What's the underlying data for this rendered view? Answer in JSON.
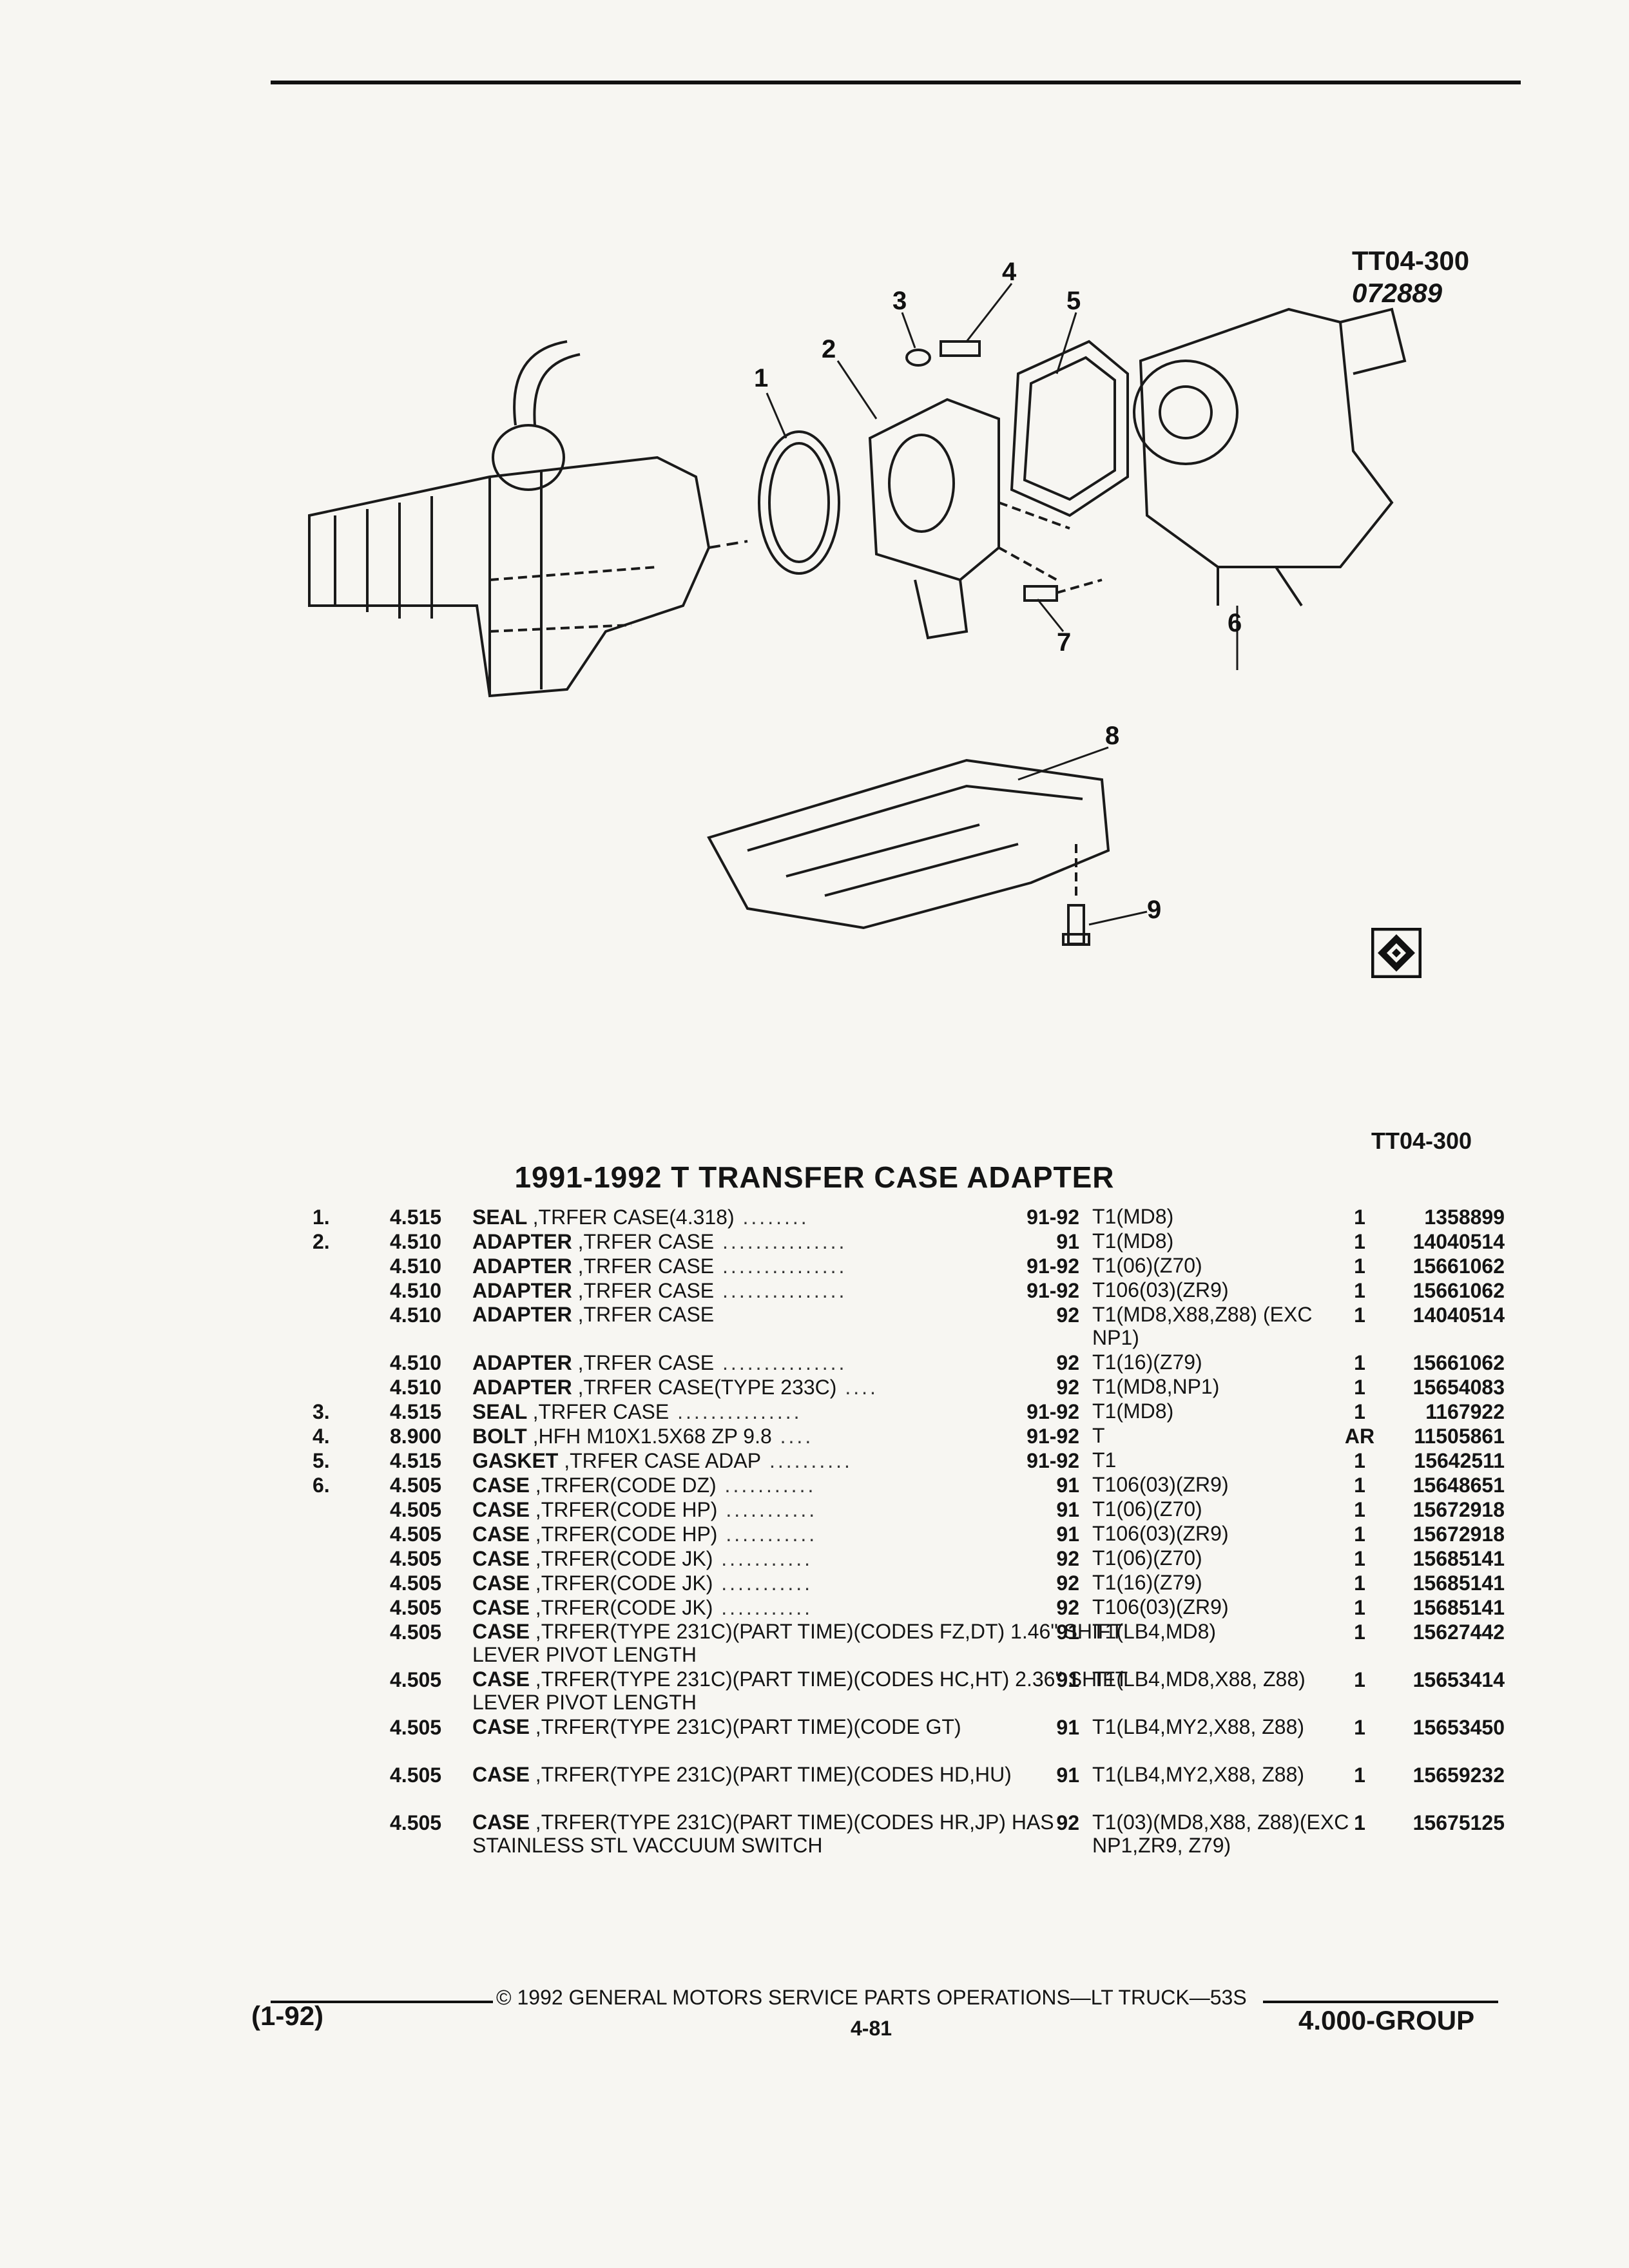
{
  "figure": {
    "id": "TT04-300",
    "date_code": "072889"
  },
  "callouts": [
    "1",
    "2",
    "3",
    "4",
    "5",
    "6",
    "7",
    "8",
    "9"
  ],
  "ref_code": "TT04-300",
  "title": "1991-1992 T TRANSFER CASE ADAPTER",
  "parts": [
    {
      "item": "1.",
      "group": "4.515",
      "name": "SEAL",
      "desc": ",TRFER CASE(4.318)",
      "years": "91-92",
      "app": "T1(MD8)",
      "qty": "1",
      "pn": "1358899"
    },
    {
      "item": "2.",
      "group": "4.510",
      "name": "ADAPTER",
      "desc": ",TRFER CASE",
      "years": "91",
      "app": "T1(MD8)",
      "qty": "1",
      "pn": "14040514"
    },
    {
      "item": "",
      "group": "4.510",
      "name": "ADAPTER",
      "desc": ",TRFER CASE",
      "years": "91-92",
      "app": "T1(06)(Z70)",
      "qty": "1",
      "pn": "15661062"
    },
    {
      "item": "",
      "group": "4.510",
      "name": "ADAPTER",
      "desc": ",TRFER CASE",
      "years": "91-92",
      "app": "T106(03)(ZR9)",
      "qty": "1",
      "pn": "15661062"
    },
    {
      "item": "",
      "group": "4.510",
      "name": "ADAPTER",
      "desc": ",TRFER CASE",
      "years": "92",
      "app": "T1(MD8,X88,Z88) (EXC NP1)",
      "qty": "1",
      "pn": "14040514"
    },
    {
      "item": "",
      "group": "4.510",
      "name": "ADAPTER",
      "desc": ",TRFER CASE",
      "years": "92",
      "app": "T1(16)(Z79)",
      "qty": "1",
      "pn": "15661062"
    },
    {
      "item": "",
      "group": "4.510",
      "name": "ADAPTER",
      "desc": ",TRFER CASE(TYPE 233C)",
      "years": "92",
      "app": "T1(MD8,NP1)",
      "qty": "1",
      "pn": "15654083"
    },
    {
      "item": "3.",
      "group": "4.515",
      "name": "SEAL",
      "desc": ",TRFER CASE",
      "years": "91-92",
      "app": "T1(MD8)",
      "qty": "1",
      "pn": "1167922"
    },
    {
      "item": "4.",
      "group": "8.900",
      "name": "BOLT",
      "desc": ",HFH M10X1.5X68 ZP 9.8",
      "years": "91-92",
      "app": "T",
      "qty": "AR",
      "pn": "11505861"
    },
    {
      "item": "5.",
      "group": "4.515",
      "name": "GASKET",
      "desc": ",TRFER CASE ADAP",
      "years": "91-92",
      "app": "T1",
      "qty": "1",
      "pn": "15642511"
    },
    {
      "item": "6.",
      "group": "4.505",
      "name": "CASE",
      "desc": ",TRFER(CODE DZ)",
      "years": "91",
      "app": "T106(03)(ZR9)",
      "qty": "1",
      "pn": "15648651"
    },
    {
      "item": "",
      "group": "4.505",
      "name": "CASE",
      "desc": ",TRFER(CODE HP)",
      "years": "91",
      "app": "T1(06)(Z70)",
      "qty": "1",
      "pn": "15672918"
    },
    {
      "item": "",
      "group": "4.505",
      "name": "CASE",
      "desc": ",TRFER(CODE HP)",
      "years": "91",
      "app": "T106(03)(ZR9)",
      "qty": "1",
      "pn": "15672918"
    },
    {
      "item": "",
      "group": "4.505",
      "name": "CASE",
      "desc": ",TRFER(CODE JK)",
      "years": "92",
      "app": "T1(06)(Z70)",
      "qty": "1",
      "pn": "15685141"
    },
    {
      "item": "",
      "group": "4.505",
      "name": "CASE",
      "desc": ",TRFER(CODE JK)",
      "years": "92",
      "app": "T1(16)(Z79)",
      "qty": "1",
      "pn": "15685141"
    },
    {
      "item": "",
      "group": "4.505",
      "name": "CASE",
      "desc": ",TRFER(CODE JK)",
      "years": "92",
      "app": "T106(03)(ZR9)",
      "qty": "1",
      "pn": "15685141"
    },
    {
      "item": "",
      "group": "4.505",
      "name": "CASE",
      "desc": ",TRFER(TYPE 231C)(PART TIME)(CODES FZ,DT) 1.46\" SHIFT LEVER PIVOT LENGTH",
      "years": "91",
      "app": "T1(LB4,MD8)",
      "qty": "1",
      "pn": "15627442"
    },
    {
      "item": "",
      "group": "4.505",
      "name": "CASE",
      "desc": ",TRFER(TYPE 231C)(PART TIME)(CODES HC,HT) 2.36\" SHIFT LEVER PIVOT LENGTH",
      "years": "91",
      "app": "T1(LB4,MD8,X88, Z88)",
      "qty": "1",
      "pn": "15653414"
    },
    {
      "item": "",
      "group": "4.505",
      "name": "CASE",
      "desc": ",TRFER(TYPE 231C)(PART TIME)(CODE GT)",
      "years": "91",
      "app": "T1(LB4,MY2,X88, Z88)",
      "qty": "1",
      "pn": "15653450"
    },
    {
      "item": "",
      "group": "4.505",
      "name": "CASE",
      "desc": ",TRFER(TYPE 231C)(PART TIME)(CODES HD,HU)",
      "years": "91",
      "app": "T1(LB4,MY2,X88, Z88)",
      "qty": "1",
      "pn": "15659232"
    },
    {
      "item": "",
      "group": "4.505",
      "name": "CASE",
      "desc": ",TRFER(TYPE 231C)(PART TIME)(CODES HR,JP) HAS STAINLESS STL VACCUUM SWITCH",
      "years": "92",
      "app": "T1(03)(MD8,X88, Z88)(EXC NP1,ZR9, Z79)",
      "qty": "1",
      "pn": "15675125"
    }
  ],
  "footer": {
    "revision": "(1-92)",
    "copyright": "© 1992 GENERAL MOTORS SERVICE PARTS OPERATIONS—LT TRUCK—53S",
    "page": "4-81",
    "group": "4.000-GROUP"
  }
}
